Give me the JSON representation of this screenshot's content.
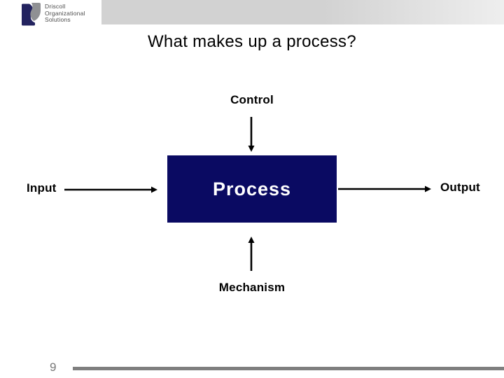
{
  "slide": {
    "title": "What makes up a process?",
    "page_number": "9"
  },
  "logo": {
    "lines": [
      "Driscoll",
      "Organizational",
      "Solutions"
    ]
  },
  "diagram": {
    "control": "Control",
    "input": "Input",
    "process": "Process",
    "output": "Output",
    "mechanism": "Mechanism"
  },
  "colors": {
    "process_box": "#0a0a62",
    "process_text": "#ffffff",
    "arrow": "#000000",
    "title_text": "#000000",
    "label_text": "#000000",
    "top_bar_left": "#d2d2d2",
    "top_bar_right": "#eeeeee",
    "footer_bar": "#7f7f7f",
    "page_number": "#787878",
    "logo_navy": "#23235f",
    "logo_gray": "#8f9093",
    "logo_text": "#4d4d4d"
  }
}
